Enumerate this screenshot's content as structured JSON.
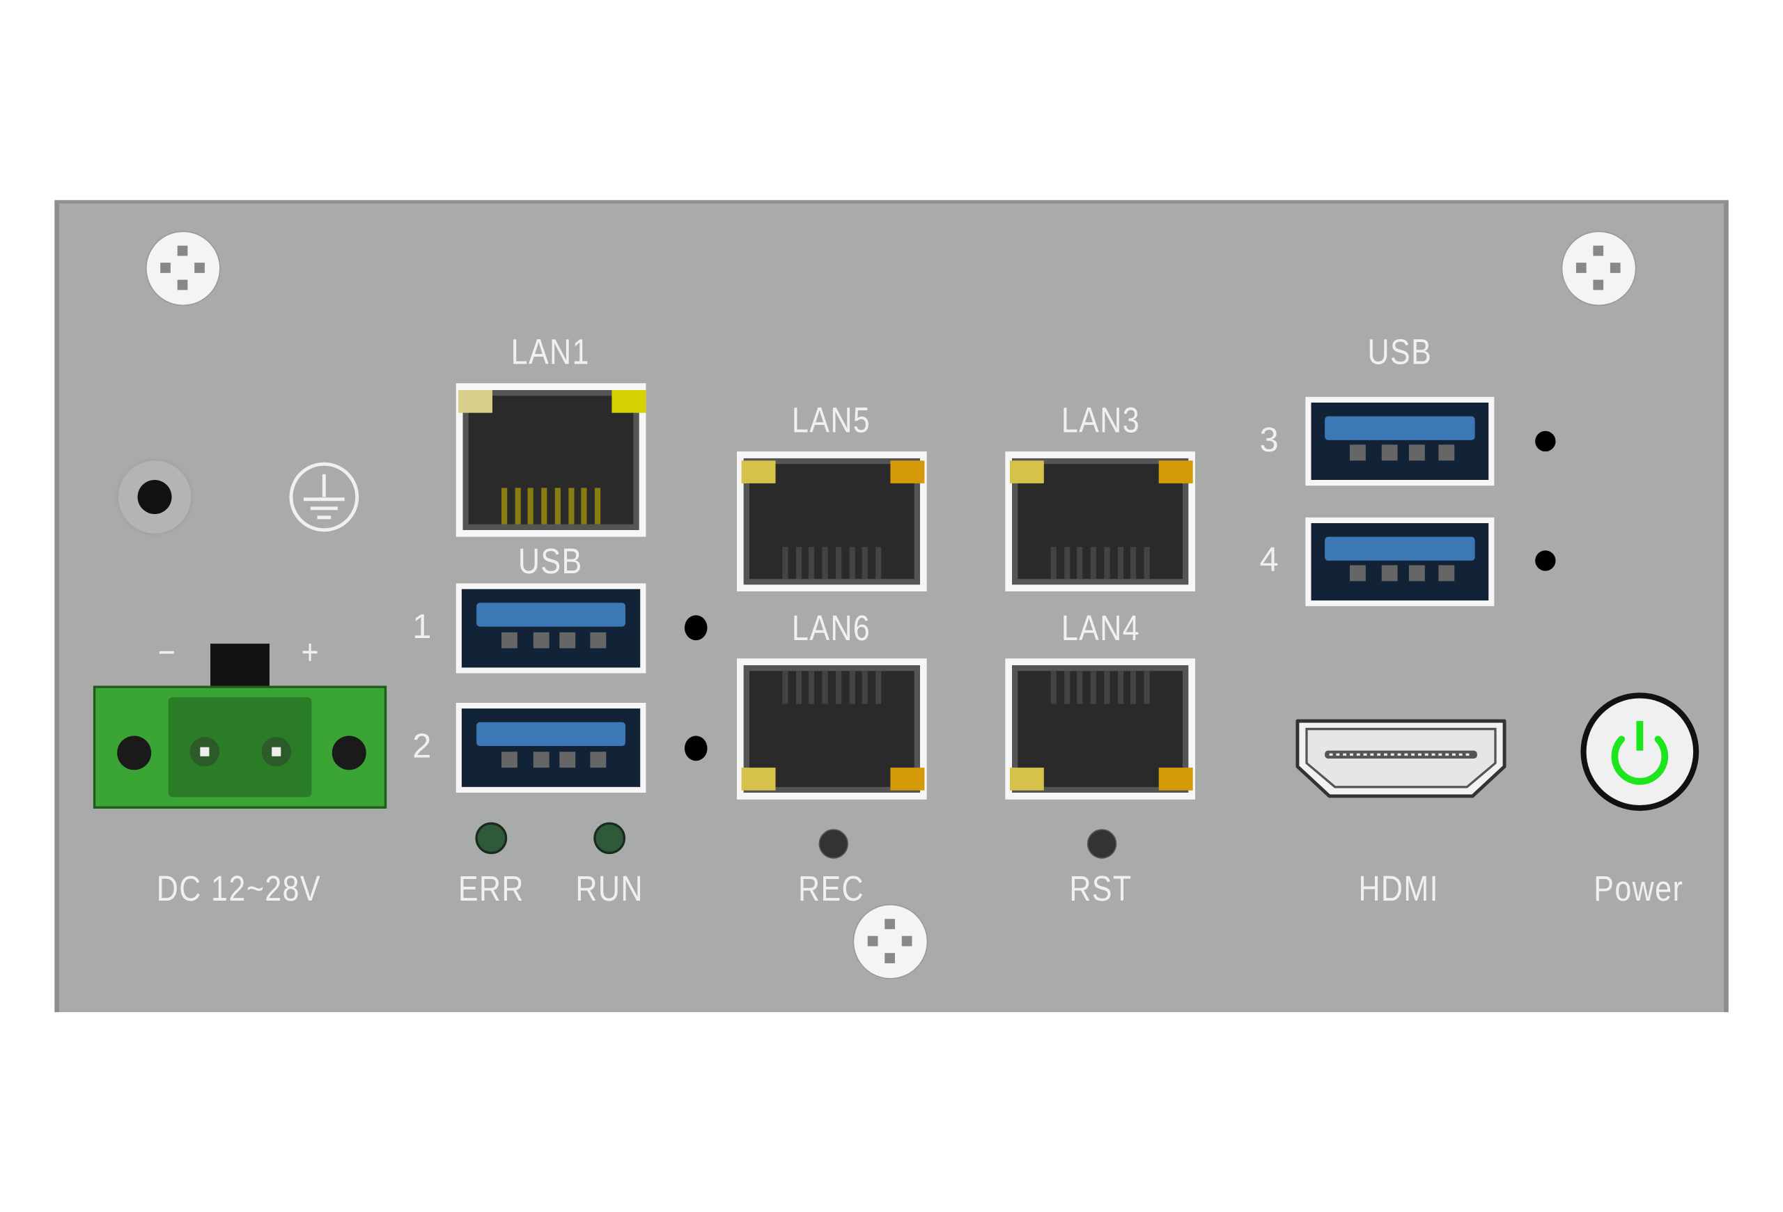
{
  "labels": {
    "lan1": "LAN1",
    "usb_left": "USB",
    "usb_right": "USB",
    "lan5": "LAN5",
    "lan3": "LAN3",
    "lan6": "LAN6",
    "lan4": "LAN4",
    "dc": "DC 12~28V",
    "err": "ERR",
    "run": "RUN",
    "rec": "REC",
    "rst": "RST",
    "hdmi": "HDMI",
    "power": "Power",
    "minus": "−",
    "plus": "+"
  },
  "usb_numbers": [
    "1",
    "2",
    "3",
    "4"
  ],
  "colors": {
    "panel": "#a9abaa",
    "terminal_green": "#3aa535",
    "usb_blue": "#3b78b5",
    "power_green": "#1ee61e"
  }
}
